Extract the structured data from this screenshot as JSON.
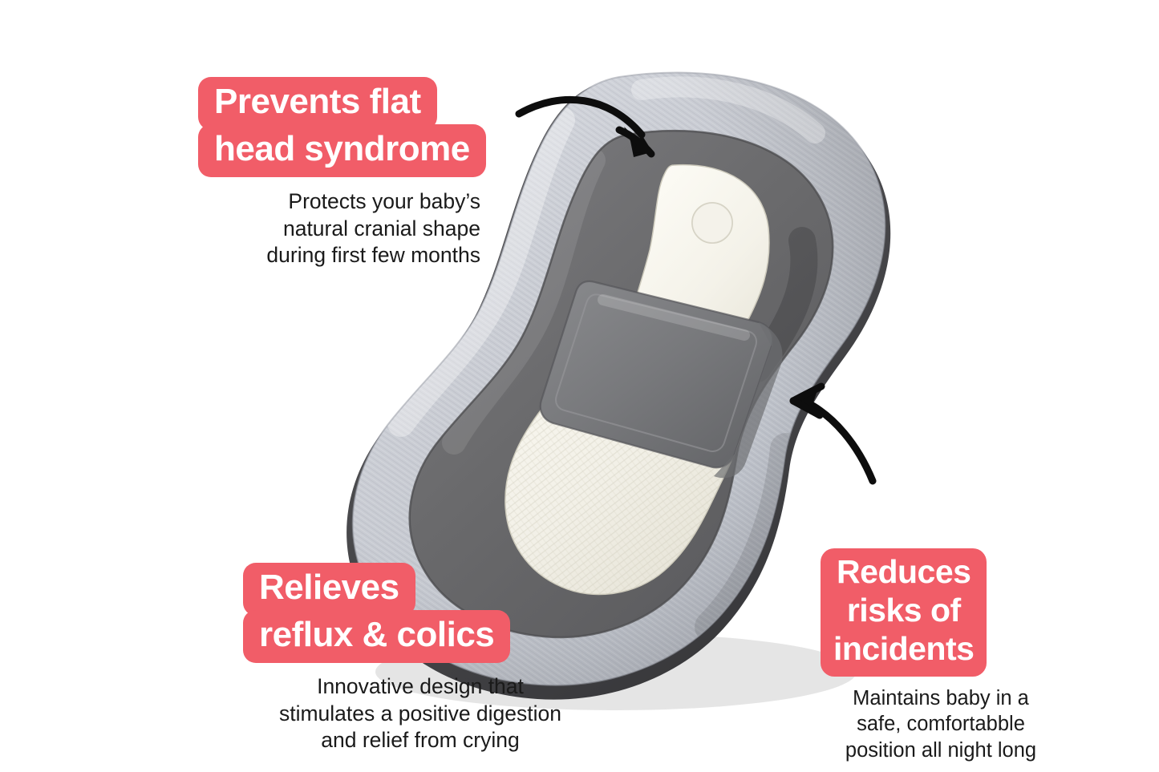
{
  "theme": {
    "badge_color": "#F15D68",
    "badge_text_color": "#FFFFFF",
    "body_text_color": "#1A1A1A",
    "background": "#FFFFFF",
    "product_light_gray": "#C6CAD1",
    "product_dark_gray": "#6B6B6D",
    "product_belt_gray": "#79797C",
    "product_cream": "#F3F1E9",
    "product_rim_gray": "#4A4A4D",
    "arrow_color": "#0D0D0D"
  },
  "callouts": [
    {
      "id": "prevents-flat-head",
      "badge_lines": [
        "Prevents flat",
        "head syndrome"
      ],
      "subtitle": "Protects your baby’s\nnatural cranial shape\nduring first few months"
    },
    {
      "id": "relieves-reflux",
      "badge_lines": [
        "Relieves",
        "reflux & colics"
      ],
      "subtitle": "Innovative design that\nstimulates a positive digestion\nand relief from crying"
    },
    {
      "id": "reduces-risks",
      "badge_lines": [
        "Reduces",
        "risks of",
        "incidents"
      ],
      "subtitle": "Maintains baby in a\nsafe, comfortabble\nposition all night long"
    }
  ],
  "product": {
    "name": "baby-lounger-nest",
    "parts": [
      "outer-bolster-ring",
      "inner-dark-panel",
      "cream-mattress-pad",
      "head-cushion",
      "head-cushion-circle",
      "safety-belt-strap"
    ]
  },
  "arrows": [
    {
      "id": "arrow-to-head-area",
      "from": "prevents-flat-head",
      "points_to": "head-cushion"
    },
    {
      "id": "arrow-to-side-wall",
      "from": "reduces-risks",
      "points_to": "inner-dark-panel"
    }
  ]
}
